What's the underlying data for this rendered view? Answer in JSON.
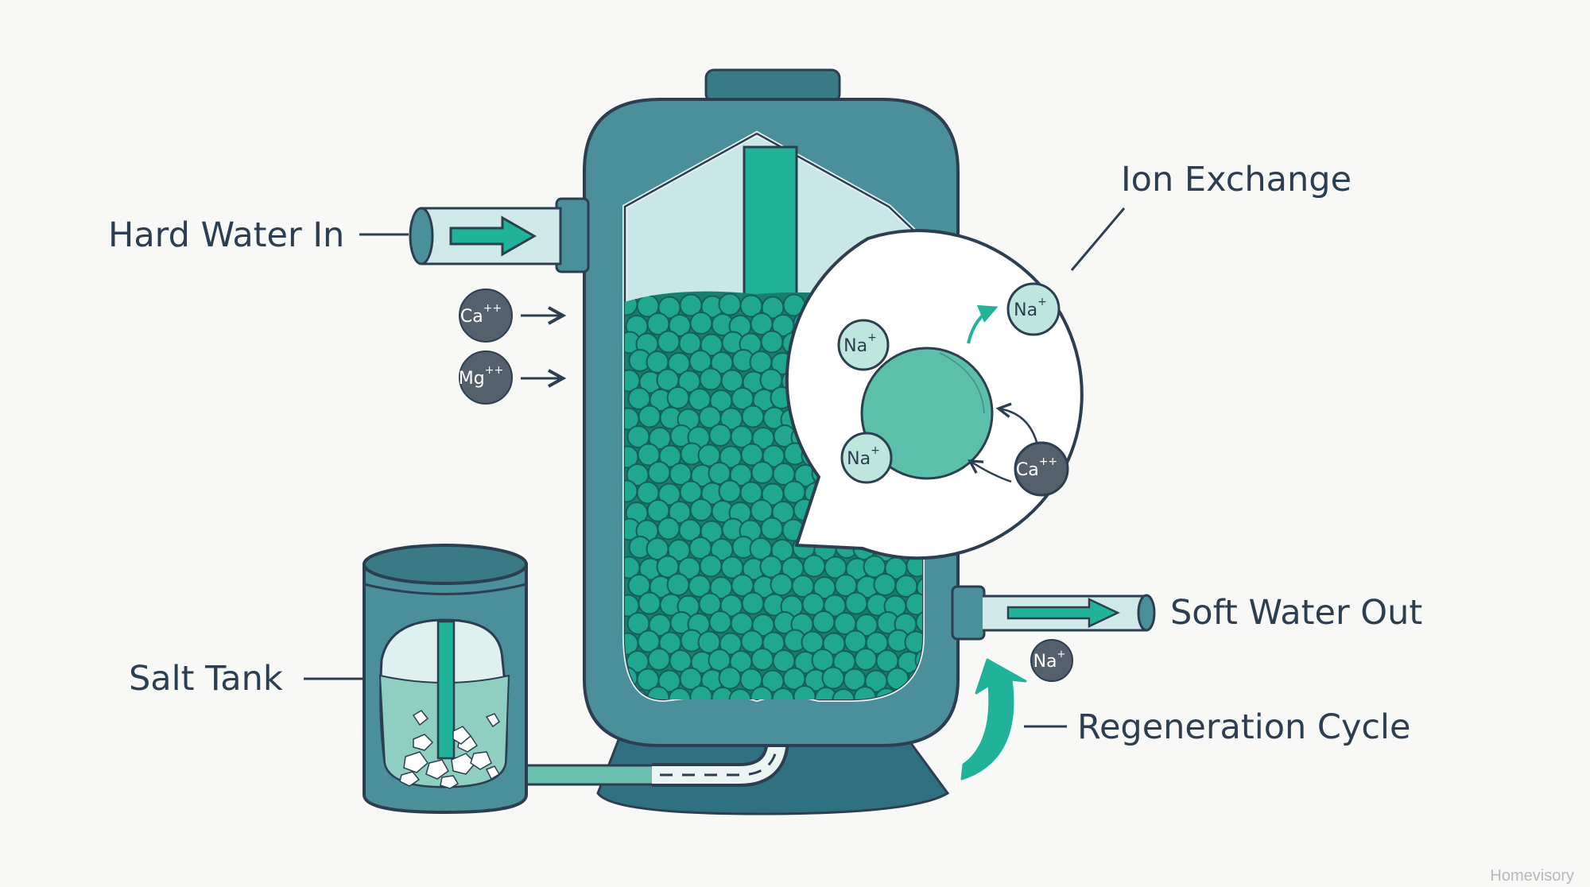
{
  "labels": {
    "hard_water_in": "Hard Water In",
    "ion_exchange": "Ion Exchange",
    "soft_water_out": "Soft Water Out",
    "salt_tank": "Salt Tank",
    "regeneration_cycle": "Regeneration Cycle"
  },
  "ions": {
    "calcium": "Ca",
    "magnesium": "Mg",
    "sodium": "Na",
    "double_plus": "++",
    "single_plus": "+"
  },
  "watermark": "Homevisory",
  "colors": {
    "background": "#f8f9f6",
    "tank_body": "#4a8f9a",
    "tank_dark": "#3a7a85",
    "outline": "#2c3e50",
    "resin_bead": "#1fa88f",
    "accent_teal": "#20b39a",
    "water_light": "#cfe9e8",
    "ion_dark": "#55606d",
    "ion_light": "#bfe6de"
  }
}
